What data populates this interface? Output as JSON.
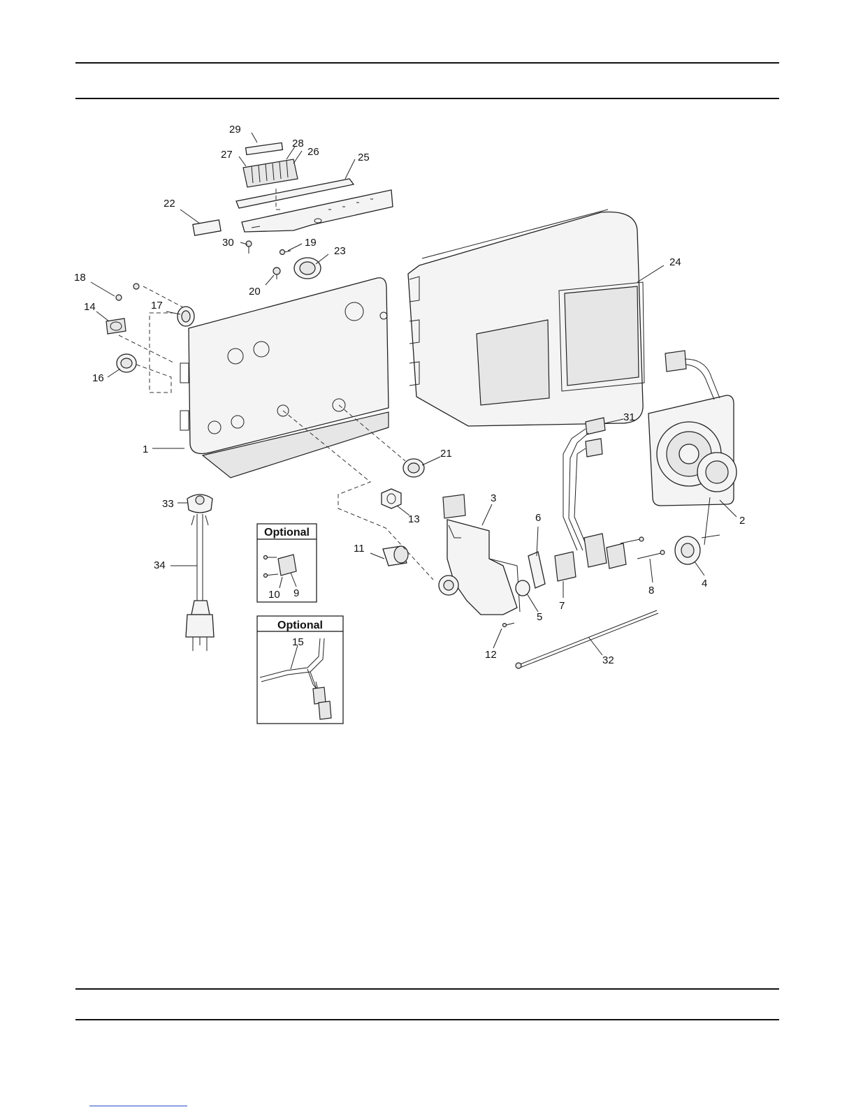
{
  "callouts": {
    "c1": "1",
    "c2": "2",
    "c3": "3",
    "c4": "4",
    "c5": "5",
    "c6": "6",
    "c7": "7",
    "c8": "8",
    "c9": "9",
    "c10": "10",
    "c11": "11",
    "c12": "12",
    "c13": "13",
    "c14": "14",
    "c15": "15",
    "c16": "16",
    "c17": "17",
    "c18": "18",
    "c19": "19",
    "c20": "20",
    "c21": "21",
    "c22": "22",
    "c23": "23",
    "c24": "24",
    "c25": "25",
    "c26": "26",
    "c27": "27",
    "c28": "28",
    "c29": "29",
    "c30": "30",
    "c31": "31",
    "c32": "32",
    "c33": "33",
    "c34": "34"
  },
  "optional_box_1": {
    "title": "Optional"
  },
  "optional_box_2": {
    "title": "Optional"
  }
}
